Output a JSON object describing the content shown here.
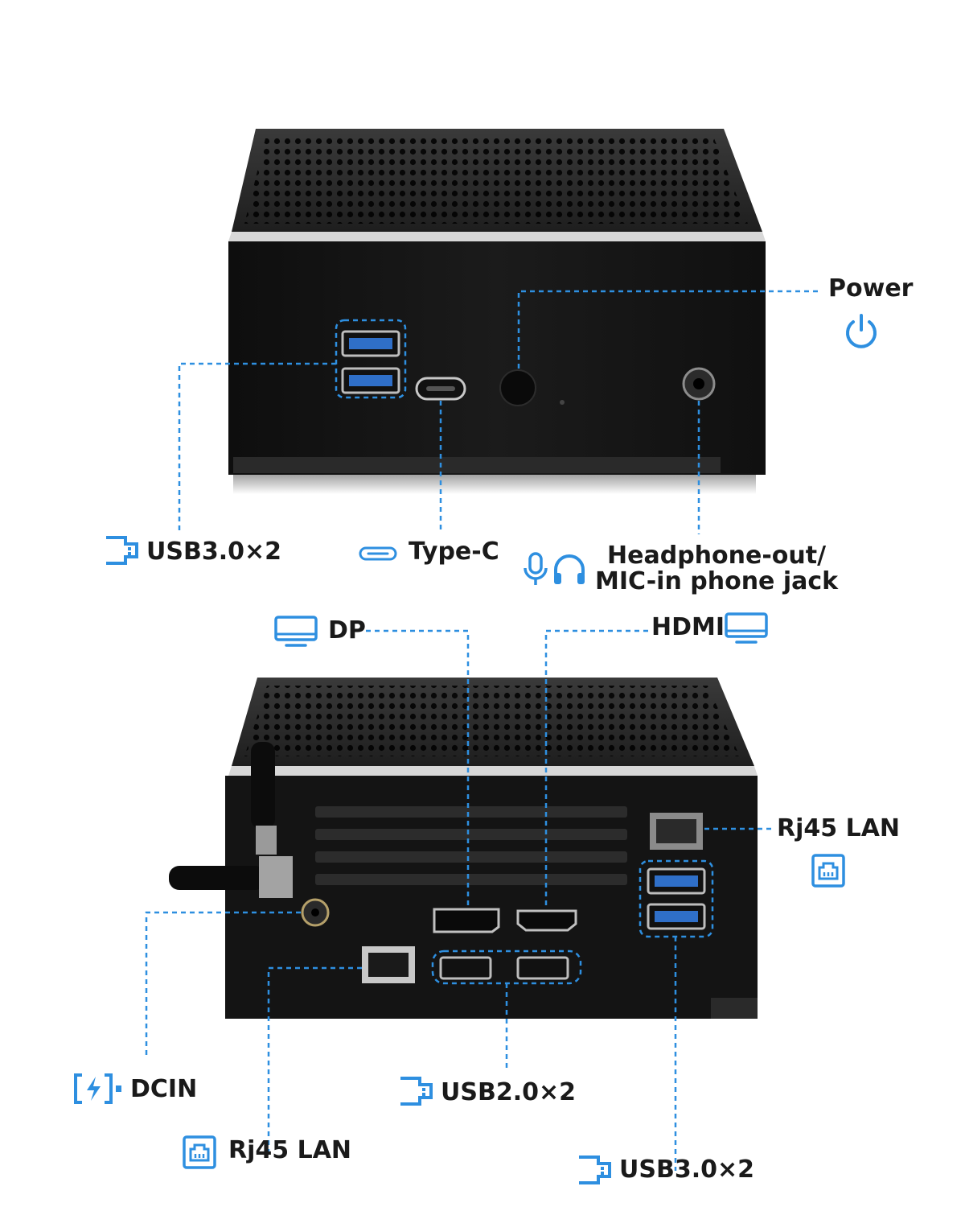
{
  "colors": {
    "accent": "#2e8fe0",
    "device": "#151515",
    "label": "#1a1a1a"
  },
  "front": {
    "power": {
      "label": "Power",
      "icon": "power-icon"
    },
    "usb3": {
      "label": "USB3.0×2",
      "icon": "usb-port-icon"
    },
    "typec": {
      "label": "Type-C",
      "icon": "usb-c-icon"
    },
    "audio": {
      "label_line1": "Headphone-out/",
      "label_line2": "MIC-in phone jack",
      "icons": [
        "microphone-icon",
        "headphones-icon"
      ]
    }
  },
  "back": {
    "dp": {
      "label": "DP",
      "icon": "monitor-icon"
    },
    "hdmi": {
      "label": "HDMI",
      "icon": "monitor-icon"
    },
    "lan_right": {
      "label": "Rj45 LAN",
      "icon": "ethernet-icon"
    },
    "dcin": {
      "label": "DCIN",
      "icon": "charging-icon"
    },
    "usb2": {
      "label": "USB2.0×2",
      "icon": "usb-port-icon"
    },
    "lan_left": {
      "label": "Rj45 LAN",
      "icon": "ethernet-icon"
    },
    "usb3": {
      "label": "USB3.0×2",
      "icon": "usb-port-icon"
    }
  }
}
